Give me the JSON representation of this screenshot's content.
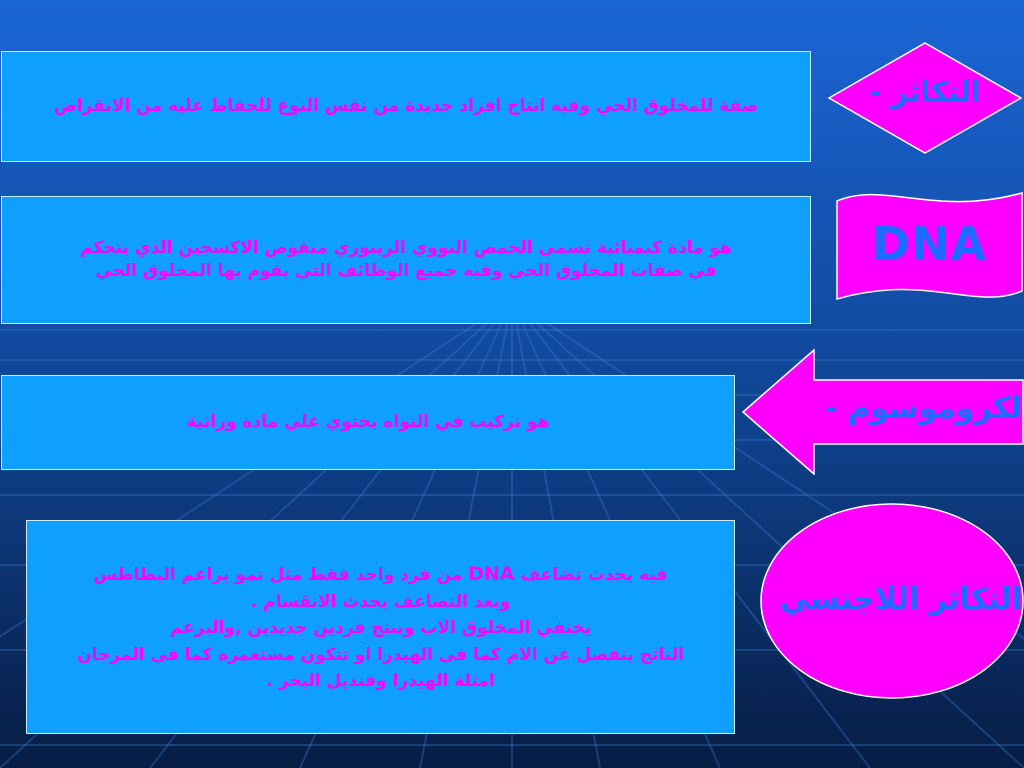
{
  "colors": {
    "background": "#0c2f6e",
    "box_fill": "#0f9fff",
    "box_text": "#ff00ff",
    "shape_fill": "#ff00ff",
    "shape_text": "#1a6cff"
  },
  "rows": [
    {
      "term": "التكاثر -",
      "shape": "diamond",
      "definition_lines": [
        "صفة للمخلوق الحي وفيه انتاج افراد جديدة من نفس النوع للحفاظ عليه من الانقراض"
      ]
    },
    {
      "term": "DNA",
      "shape": "wave-banner",
      "definition_lines": [
        "هو مادة كيميائية تسمى الحمض النووي الريبوزي منقوص الاكسجين الذي يتحكم",
        "في صفات المخلوق الحي وفيه جميع الوظائف التي يقوم بها المخلوق الحي"
      ]
    },
    {
      "term": "الكروموسوم -",
      "shape": "left-arrow",
      "definition_lines": [
        "هو تركيب في النواه يحتوي علي مادة وراثية"
      ]
    },
    {
      "term": "التكاثر اللاجنسي",
      "shape": "ellipse",
      "definition": {
        "line1_before": "فيه يحدث تضاعف",
        "line1_term": "DNA",
        "line1_after": "من فرد واحد فقط مثل نمو براعم البطاطس",
        "line2": "وبعد التضاعف يحدث الانقسام .",
        "line3": "يختفي المخلوق الاب وينتج فردين جديدين ,والبرعم",
        "line4": "الناتج ينفصل عن الام كما في الهيدرا او تتكون مستعمرة كما في المرجان",
        "line5": "امثلة الهيدرا وقنديل البحر ."
      }
    }
  ]
}
